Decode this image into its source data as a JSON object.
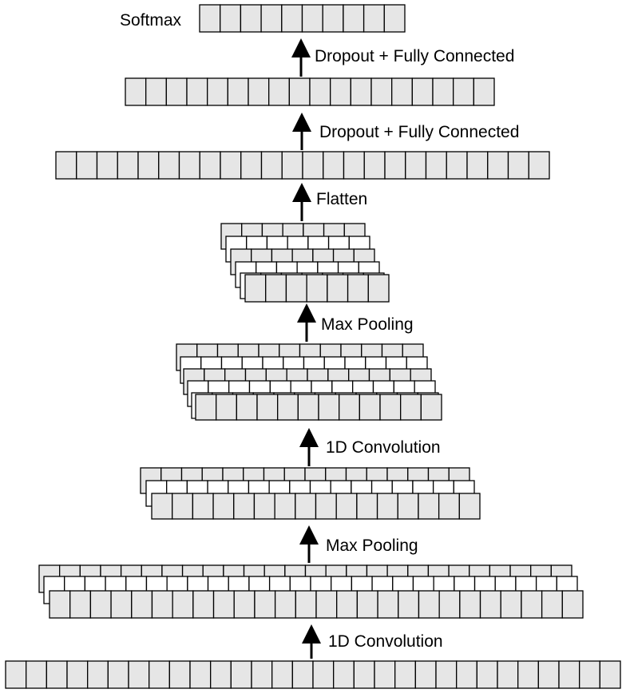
{
  "colors": {
    "cell_fill": "#e6e6e6",
    "alt_fill": "#ffffff",
    "stroke": "#000000",
    "arrow": "#000000"
  },
  "labels": {
    "conv1": "1D Convolution",
    "pool1": "Max Pooling",
    "conv2": "1D Convolution",
    "pool2": "Max Pooling",
    "flatten": "Flatten",
    "fc1": "Dropout + Fully Connected",
    "fc2": "Dropout + Fully Connected",
    "softmax": "Softmax"
  }
}
